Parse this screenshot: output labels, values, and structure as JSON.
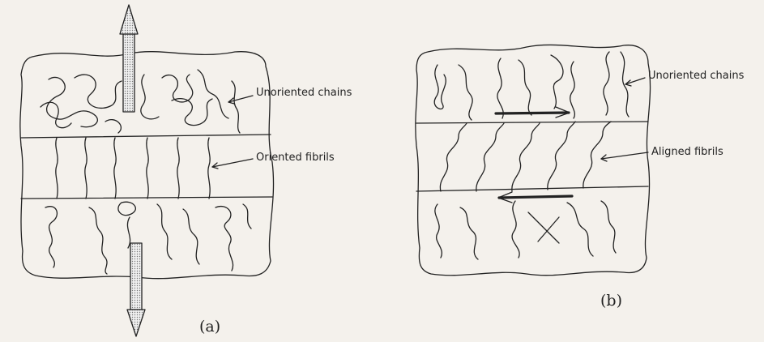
{
  "panel_a": {
    "labels": {
      "unoriented": "Unoriented chains",
      "oriented": "Oriented fibrils"
    },
    "caption": "(a)"
  },
  "panel_b": {
    "labels": {
      "unoriented": "Unoriented chains",
      "aligned": "Aligned fibrils"
    },
    "caption": "(b)"
  }
}
